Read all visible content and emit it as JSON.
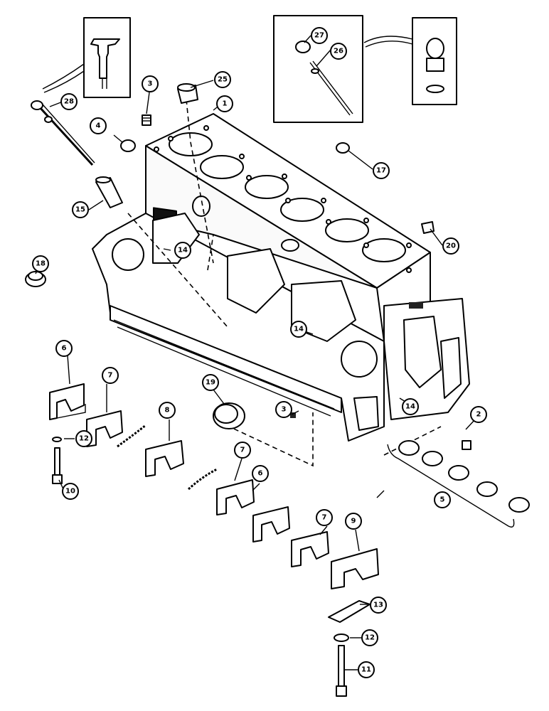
{
  "callouts": [
    {
      "id": "c1",
      "label": "1"
    },
    {
      "id": "c2",
      "label": "2"
    },
    {
      "id": "c3a",
      "label": "3"
    },
    {
      "id": "c3b",
      "label": "3"
    },
    {
      "id": "c4",
      "label": "4"
    },
    {
      "id": "c5",
      "label": "5"
    },
    {
      "id": "c6a",
      "label": "6"
    },
    {
      "id": "c6b",
      "label": "6"
    },
    {
      "id": "c7a",
      "label": "7"
    },
    {
      "id": "c7b",
      "label": "7"
    },
    {
      "id": "c7c",
      "label": "7"
    },
    {
      "id": "c8",
      "label": "8"
    },
    {
      "id": "c9",
      "label": "9"
    },
    {
      "id": "c10",
      "label": "10"
    },
    {
      "id": "c11",
      "label": "11"
    },
    {
      "id": "c12a",
      "label": "12"
    },
    {
      "id": "c12b",
      "label": "12"
    },
    {
      "id": "c13",
      "label": "13"
    },
    {
      "id": "c14a",
      "label": "14"
    },
    {
      "id": "c14b",
      "label": "14"
    },
    {
      "id": "c14c",
      "label": "14"
    },
    {
      "id": "c15",
      "label": "15"
    },
    {
      "id": "c17",
      "label": "17"
    },
    {
      "id": "c18",
      "label": "18"
    },
    {
      "id": "c19",
      "label": "19"
    },
    {
      "id": "c20",
      "label": "20"
    },
    {
      "id": "c25",
      "label": "25"
    },
    {
      "id": "c26",
      "label": "26"
    },
    {
      "id": "c27",
      "label": "27"
    },
    {
      "id": "c28",
      "label": "28"
    }
  ]
}
